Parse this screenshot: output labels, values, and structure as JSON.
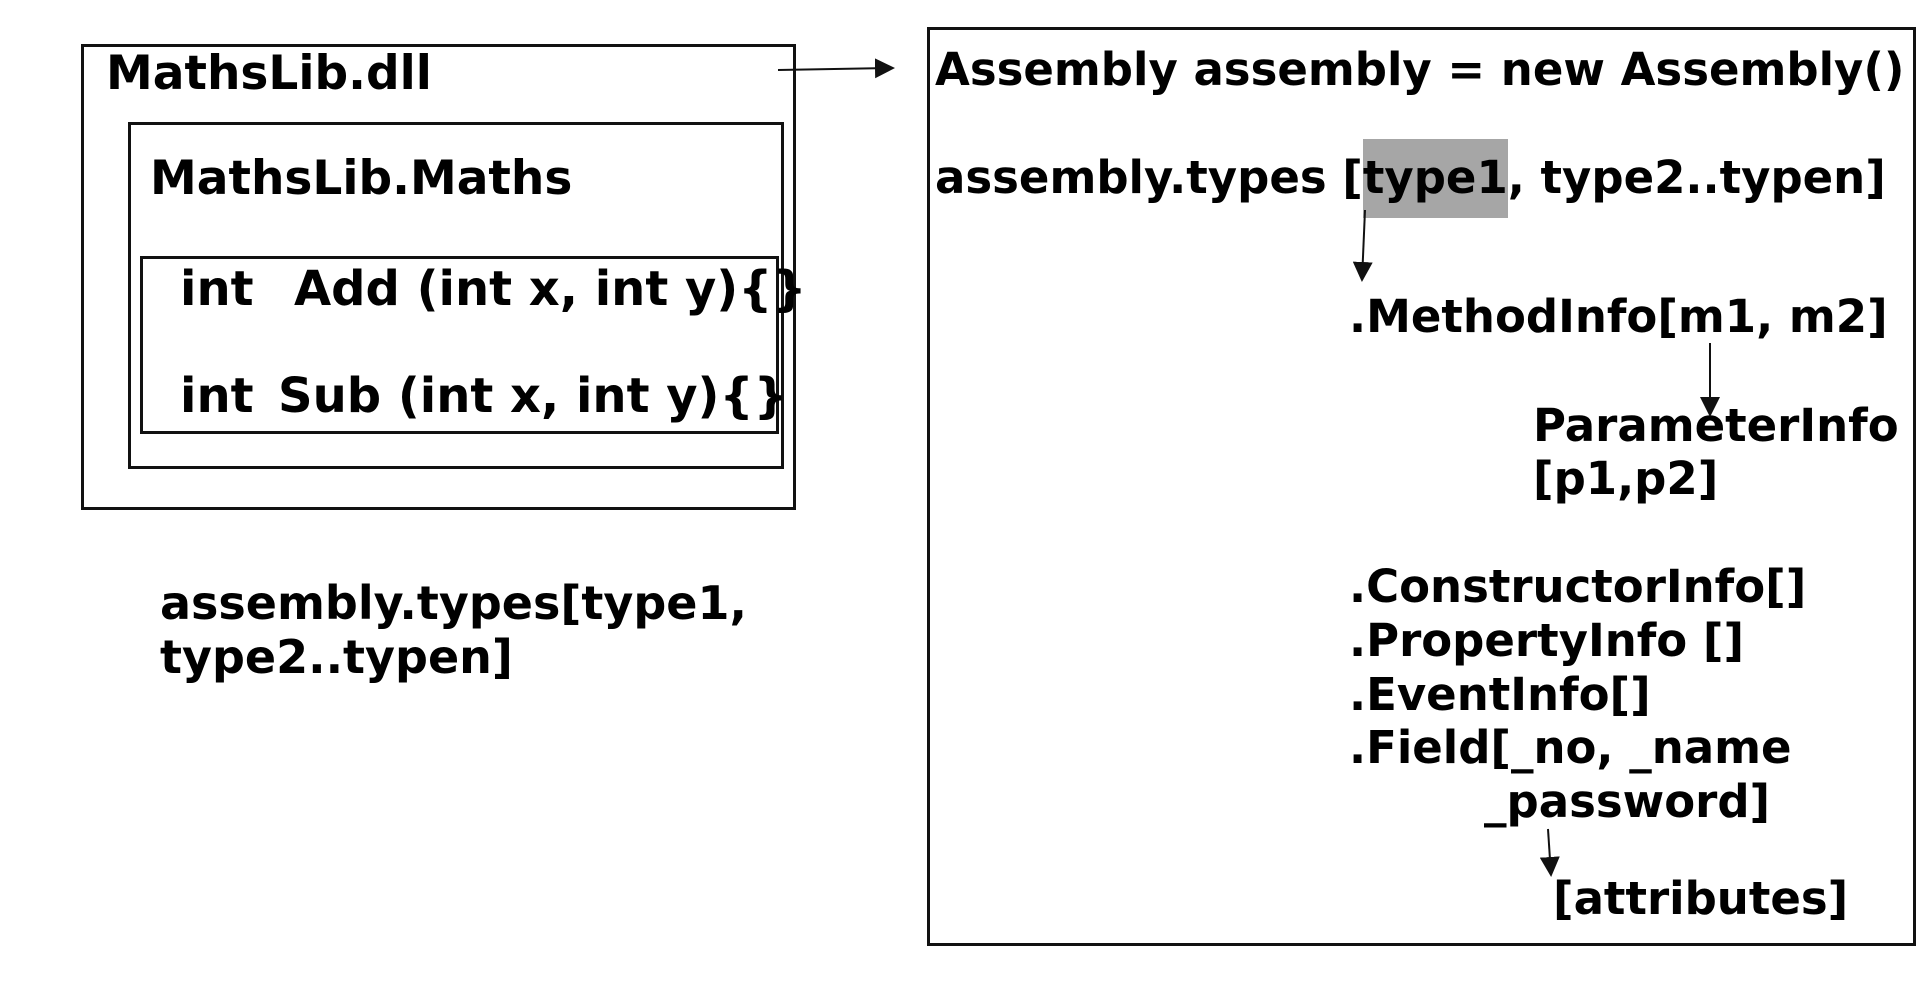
{
  "left": {
    "dll_title": "MathsLib.dll",
    "class_title": "MathsLib.Maths",
    "methods": [
      {
        "type": "int",
        "signature": "Add (int x, int y){}"
      },
      {
        "type": "int",
        "signature": "Sub (int x, int y){}"
      }
    ],
    "caption_line1": "assembly.types[type1,",
    "caption_line2": "type2..typen]"
  },
  "right": {
    "line_assembly": "Assembly assembly = new Assembly()",
    "types_prefix": "assembly.types [",
    "types_highlight": "type1",
    "types_suffix": ", type2..typen]",
    "method_info": ".MethodInfo[m1, m2]",
    "parameter_info_line1": "ParameterInfo",
    "parameter_info_line2": "[p1,p2]",
    "constructor_info": ".ConstructorInfo[]",
    "property_info": ".PropertyInfo []",
    "event_info": ".EventInfo[]",
    "field_line1": ".Field[_no, _name",
    "field_line2": "_password]",
    "attributes": "[attributes]"
  },
  "colors": {
    "highlight": "#a6a6a6",
    "stroke": "#111111"
  }
}
